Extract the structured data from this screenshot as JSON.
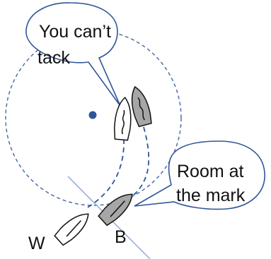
{
  "callouts": {
    "left": {
      "lines": [
        "You can’t",
        "tack"
      ]
    },
    "right": {
      "lines": [
        "Room at",
        "the mark"
      ]
    }
  },
  "boats": {
    "w": {
      "label": "W",
      "hull_color": "#ffffff"
    },
    "b": {
      "label": "B",
      "hull_color": "#a6a6a6"
    },
    "white_center": {
      "hull_color": "#ffffff"
    },
    "grey_center": {
      "hull_color": "#a6a6a6"
    }
  },
  "colors": {
    "circle_dash": "#4f6fa7",
    "mark_fill": "#2f5597",
    "callout_stroke": "#2f5597",
    "track_line": "#2f5597",
    "zone_line": "#8faadc"
  }
}
